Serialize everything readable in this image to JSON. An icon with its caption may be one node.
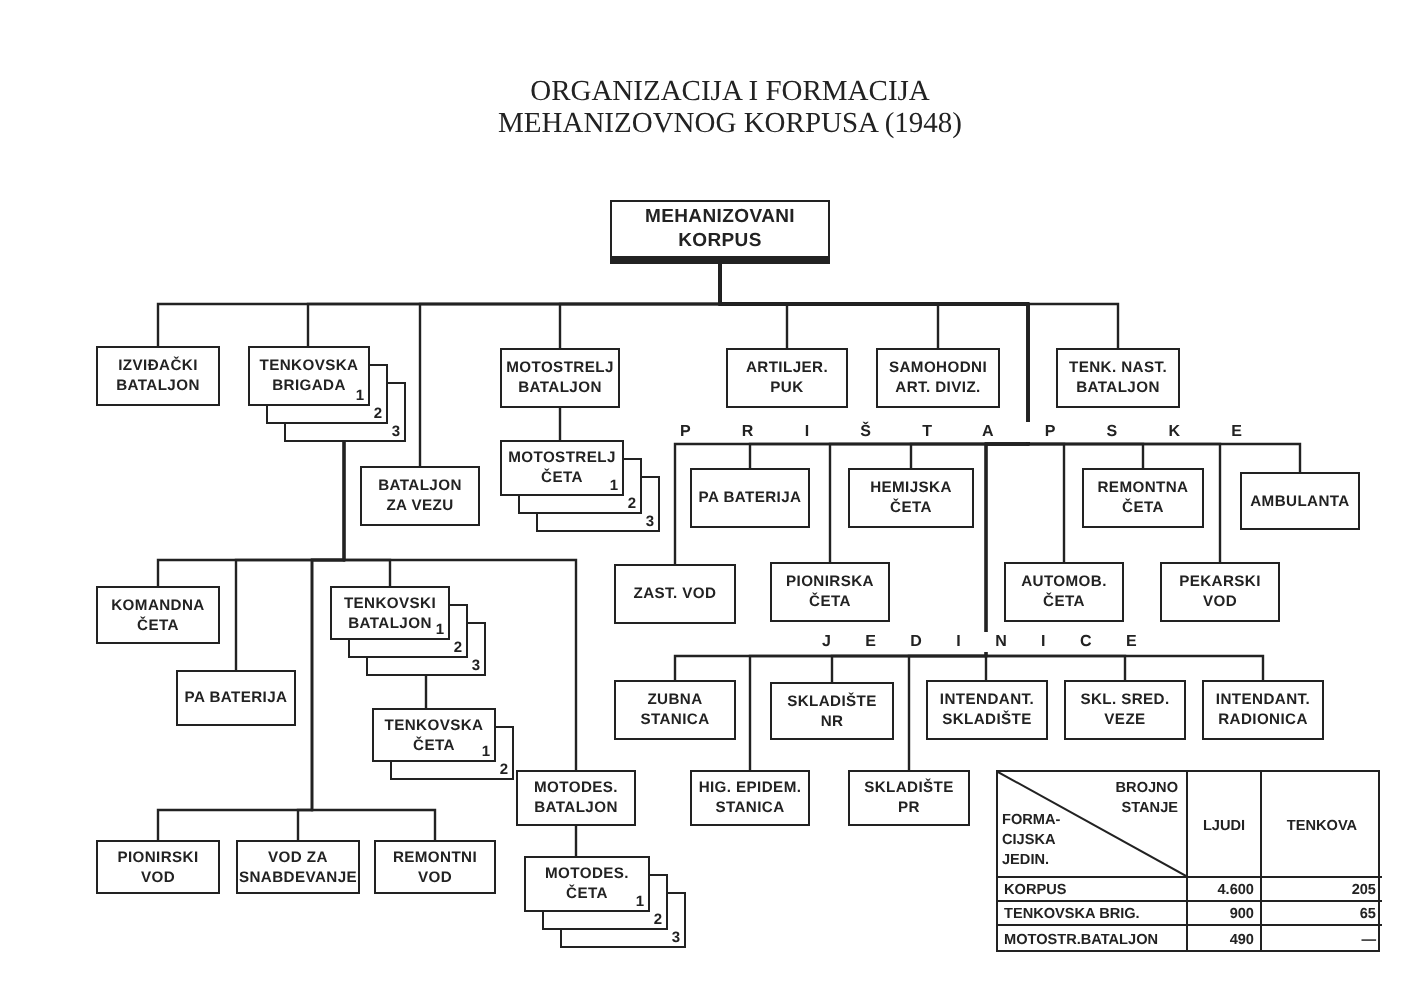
{
  "diagram": {
    "title": "ORGANIZACIJA I FORMACIJA MEHANIZOVNOG KORPUSA (1948)",
    "nodes": [
      {
        "text": [
          "MEHANIZOVANI KORPUS"
        ]
      },
      {
        "text": [
          "IZVIĐAČKI BATALJON"
        ]
      },
      {
        "text": [
          "TENKOVSKA BRIGADA",
          "1",
          "2",
          "3"
        ]
      },
      {
        "text": [
          "MOTOSTRELJ BATALJON"
        ]
      },
      {
        "text": [
          "ARTILJER. PUK"
        ]
      },
      {
        "text": [
          "SAMOHODNI ART. DIVIZ."
        ]
      },
      {
        "text": [
          "TENK. NAST. BATALJON"
        ]
      },
      {
        "text": [
          "MOTOSTRELJ ČETA",
          "1",
          "2",
          "3"
        ]
      },
      {
        "text": [
          "BATALJON ZA VEZU"
        ]
      },
      {
        "text": [
          "PA BATERIJA"
        ]
      },
      {
        "text": [
          "HEMIJSKA ČETA"
        ]
      },
      {
        "text": [
          "REMONTNA ČETA"
        ]
      },
      {
        "text": [
          "AMBULANTA"
        ]
      },
      {
        "text": [
          "KOMANDNA ČETA"
        ]
      },
      {
        "text": [
          "TENKOVSKI BATALJON",
          "1",
          "2",
          "3"
        ]
      },
      {
        "text": [
          "ZAST. VOD"
        ]
      },
      {
        "text": [
          "PIONIRSKA ČETA"
        ]
      },
      {
        "text": [
          "AUTOMOB. ČETA"
        ]
      },
      {
        "text": [
          "PEKARSKI VOD"
        ]
      },
      {
        "text": [
          "PA BATERIJA"
        ]
      },
      {
        "text": [
          "ZUBNA STANICA"
        ]
      },
      {
        "text": [
          "SKLADIŠTE NR"
        ]
      },
      {
        "text": [
          "INTENDANT. SKLADIŠTE"
        ]
      },
      {
        "text": [
          "SKL. SRED. VEZE"
        ]
      },
      {
        "text": [
          "INTENDANT. RADIONICA"
        ]
      },
      {
        "text": [
          "TENKOVSKA ČETA",
          "1",
          "2"
        ]
      },
      {
        "text": [
          "MOTODES. BATALJON"
        ]
      },
      {
        "text": [
          "HIG. EPIDEM. STANICA"
        ]
      },
      {
        "text": [
          "SKLADIŠTE PR"
        ]
      },
      {
        "text": [
          "PIONIRSKI VOD"
        ]
      },
      {
        "text": [
          "VOD ZA SNABDEVANJE"
        ]
      },
      {
        "text": [
          "REMONTNI VOD"
        ]
      },
      {
        "text": [
          "MOTODES. ČETA",
          "1",
          "2",
          "3"
        ]
      }
    ],
    "edges": [
      {
        "from": 0,
        "to": 1,
        "arrow": "none"
      },
      {
        "from": 0,
        "to": 2,
        "arrow": "none"
      },
      {
        "from": 0,
        "to": 3,
        "arrow": "none"
      },
      {
        "from": 0,
        "to": 4,
        "arrow": "none"
      },
      {
        "from": 0,
        "to": 5,
        "arrow": "none"
      },
      {
        "from": 0,
        "to": 6,
        "arrow": "none"
      },
      {
        "from": 0,
        "to": 8,
        "arrow": "none"
      },
      {
        "from": 3,
        "to": 7,
        "arrow": "none"
      },
      {
        "from": 0,
        "to": 9,
        "arrow": "none"
      },
      {
        "from": 0,
        "to": 10,
        "arrow": "none"
      },
      {
        "from": 0,
        "to": 11,
        "arrow": "none"
      },
      {
        "from": 0,
        "to": 12,
        "arrow": "none"
      },
      {
        "from": 0,
        "to": 15,
        "arrow": "none"
      },
      {
        "from": 0,
        "to": 16,
        "arrow": "none"
      },
      {
        "from": 0,
        "to": 17,
        "arrow": "none"
      },
      {
        "from": 0,
        "to": 18,
        "arrow": "none"
      },
      {
        "from": 0,
        "to": 20,
        "arrow": "none"
      },
      {
        "from": 0,
        "to": 21,
        "arrow": "none"
      },
      {
        "from": 0,
        "to": 22,
        "arrow": "none"
      },
      {
        "from": 0,
        "to": 23,
        "arrow": "none"
      },
      {
        "from": 0,
        "to": 24,
        "arrow": "none"
      },
      {
        "from": 0,
        "to": 27,
        "arrow": "none"
      },
      {
        "from": 0,
        "to": 28,
        "arrow": "none"
      },
      {
        "from": 2,
        "to": 13,
        "arrow": "none"
      },
      {
        "from": 2,
        "to": 19,
        "arrow": "none"
      },
      {
        "from": 2,
        "to": 14,
        "arrow": "none"
      },
      {
        "from": 2,
        "to": 26,
        "arrow": "none"
      },
      {
        "from": 2,
        "to": 29,
        "arrow": "none"
      },
      {
        "from": 2,
        "to": 30,
        "arrow": "none"
      },
      {
        "from": 2,
        "to": 31,
        "arrow": "none"
      },
      {
        "from": 14,
        "to": 25,
        "arrow": "none"
      },
      {
        "from": 26,
        "to": 32,
        "arrow": "none"
      }
    ],
    "labels": [
      "PRIŠTAPSKE",
      "JEDINICE",
      "BROJNO STANJE",
      "FORMA-CIJSKA JEDIN.",
      "LJUDI",
      "TENKOVA",
      "KORPUS",
      "4.600",
      "205",
      "TENKOVSKA BRIG.",
      "900",
      "65",
      "MOTOSTR.BATALJON",
      "490",
      "—"
    ]
  }
}
